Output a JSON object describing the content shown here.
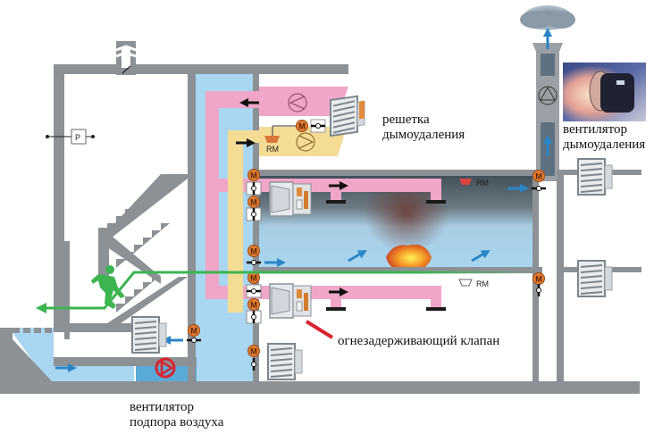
{
  "diagram": {
    "title": "Схема противодымной вентиляции здания",
    "labels": {
      "smoke_grille": [
        "решетка",
        "дымоудаления"
      ],
      "smoke_fan": [
        "вентилятор",
        "дымоудаления"
      ],
      "fire_damper": "огнезадерживающий клапан",
      "supply_fan": [
        "вентилятор",
        "подпора воздуха"
      ]
    },
    "symbols": {
      "motor": "M",
      "smoke_detector": "RM",
      "pressure_sensor": "P"
    },
    "colors": {
      "wall": "#8c9196",
      "air_shaft": "#a9d6f0",
      "exhaust_duct": "#f0a6c8",
      "supply_duct": "#f5dc95",
      "escape_route": "#3cb550",
      "air_arrow": "#2a86c7",
      "motor": "#e07b30",
      "fire_damper_pointer": "#d9232e",
      "supply_fan_symbol": "#d9232e",
      "smoke": "#56636d"
    }
  }
}
